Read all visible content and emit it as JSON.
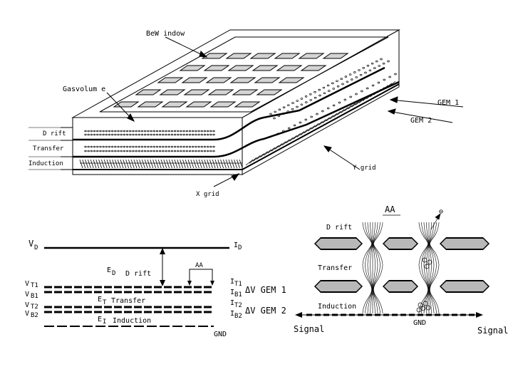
{
  "detector": {
    "be_window": "BeW indow",
    "gas_volume": "Gasvolum e",
    "gem1": "GEM 1",
    "gem2": "GEM 2",
    "drift": "D rift",
    "transfer": "Transfer",
    "induction": "Induction",
    "y_grid": "Y grid",
    "x_grid": "X grid"
  },
  "circuit": {
    "vd": "V",
    "vd_sub": "D",
    "id": "I",
    "id_sub": "D",
    "ed": "E",
    "ed_sub": "D",
    "drift": "D rift",
    "aa": "AA",
    "vt1": "V",
    "vt1_sub": "T1",
    "vb1": "V",
    "vb1_sub": "B1",
    "vt2": "V",
    "vt2_sub": "T2",
    "vb2": "V",
    "vb2_sub": "B2",
    "it1": "I",
    "it1_sub": "T1",
    "ib1": "I",
    "ib1_sub": "B1",
    "it2": "I",
    "it2_sub": "T2",
    "ib2": "I",
    "ib2_sub": "B2",
    "gem1": "ΔV GEM 1",
    "gem2": "ΔV GEM 2",
    "et": "E",
    "et_sub": "T",
    "transfer": "Transfer",
    "ei": "E",
    "ei_sub": "I",
    "induction": "Induction",
    "gnd": "GND"
  },
  "detail": {
    "aa": "AA",
    "drift": "D rift",
    "transfer": "Transfer",
    "induction": "Induction",
    "gnd": "GND",
    "signal_left": "Signal",
    "signal_right": "Signal",
    "electron": "⊖"
  }
}
